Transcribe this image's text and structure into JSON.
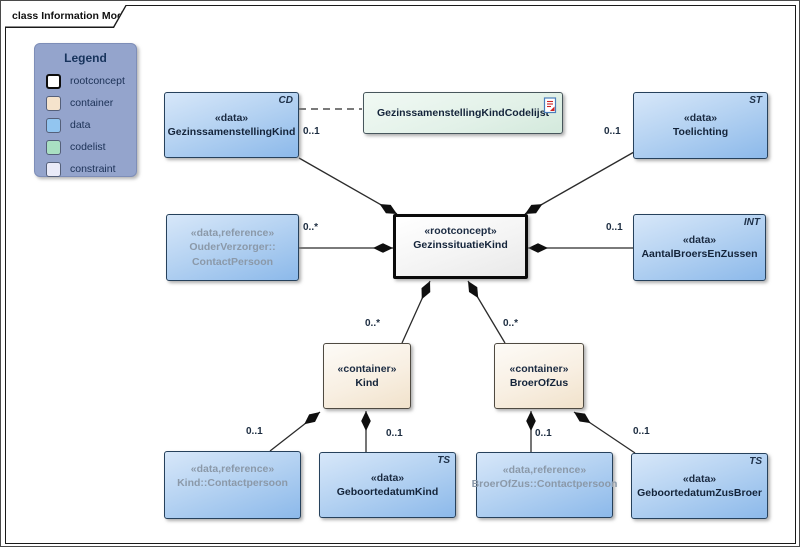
{
  "frame": {
    "title": "class Information Model"
  },
  "legend": {
    "title": "Legend",
    "items": [
      {
        "label": "rootconcept",
        "color": "#ffffff"
      },
      {
        "label": "container",
        "color": "#f5e3cc"
      },
      {
        "label": "data",
        "color": "#92c5f0"
      },
      {
        "label": "codelist",
        "color": "#a9dfc2"
      },
      {
        "label": "constraint",
        "color": "#e9eaf8"
      }
    ]
  },
  "nodes": {
    "gezinssamenstellingkind": {
      "stereotype": "«data»",
      "name": "GezinssamenstellingKind",
      "type_marker": "CD"
    },
    "codelijst": {
      "name": "GezinssamenstellingKindCodelijst",
      "icon": "codelist-document-icon"
    },
    "toelichting": {
      "stereotype": "«data»",
      "name": "Toelichting",
      "type_marker": "ST"
    },
    "ouderverzorger_contactpersoon": {
      "stereotype": "«data,reference»",
      "name_line1": "OuderVerzorger::",
      "name_line2": "ContactPersoon"
    },
    "gezinssituatiekind": {
      "stereotype": "«rootconcept»",
      "name": "GezinssituatieKind"
    },
    "aantalbroersenzussen": {
      "stereotype": "«data»",
      "name": "AantalBroersEnZussen",
      "type_marker": "INT"
    },
    "kind": {
      "stereotype": "«container»",
      "name": "Kind"
    },
    "broerofzus": {
      "stereotype": "«container»",
      "name": "BroerOfZus"
    },
    "kind_contactpersoon": {
      "stereotype": "«data,reference»",
      "name": "Kind::Contactpersoon"
    },
    "geboortedatumkind": {
      "stereotype": "«data»",
      "name": "GeboortedatumKind",
      "type_marker": "TS"
    },
    "broerofzus_contactpersoon": {
      "stereotype": "«data,reference»",
      "name": "BroerOfZus::Contactpersoon"
    },
    "geboortedatumzusbroer": {
      "stereotype": "«data»",
      "name": "GeboortedatumZusBroer",
      "type_marker": "TS"
    }
  },
  "multiplicities": {
    "gezinssamenstellingkind": "0..1",
    "toelichting": "0..1",
    "ouderverzorger": "0..*",
    "aantalbroersenzussen": "0..1",
    "kind": "0..*",
    "broerofzus": "0..*",
    "kind_contactpersoon": "0..1",
    "geboortedatumkind": "0..1",
    "broerofzus_contactpersoon": "0..1",
    "geboortedatumzusbroer": "0..1"
  },
  "colors": {
    "data_node_fill": "#8cb9ea",
    "codelist_node_fill": "#ddeee6",
    "container_node_fill": "#f1e2cb",
    "rootconcept_fill": "#f4f4f4",
    "legend_background": "#94a4cc",
    "reference_text": "#8b99a9",
    "connector": "#2b2b2b"
  }
}
